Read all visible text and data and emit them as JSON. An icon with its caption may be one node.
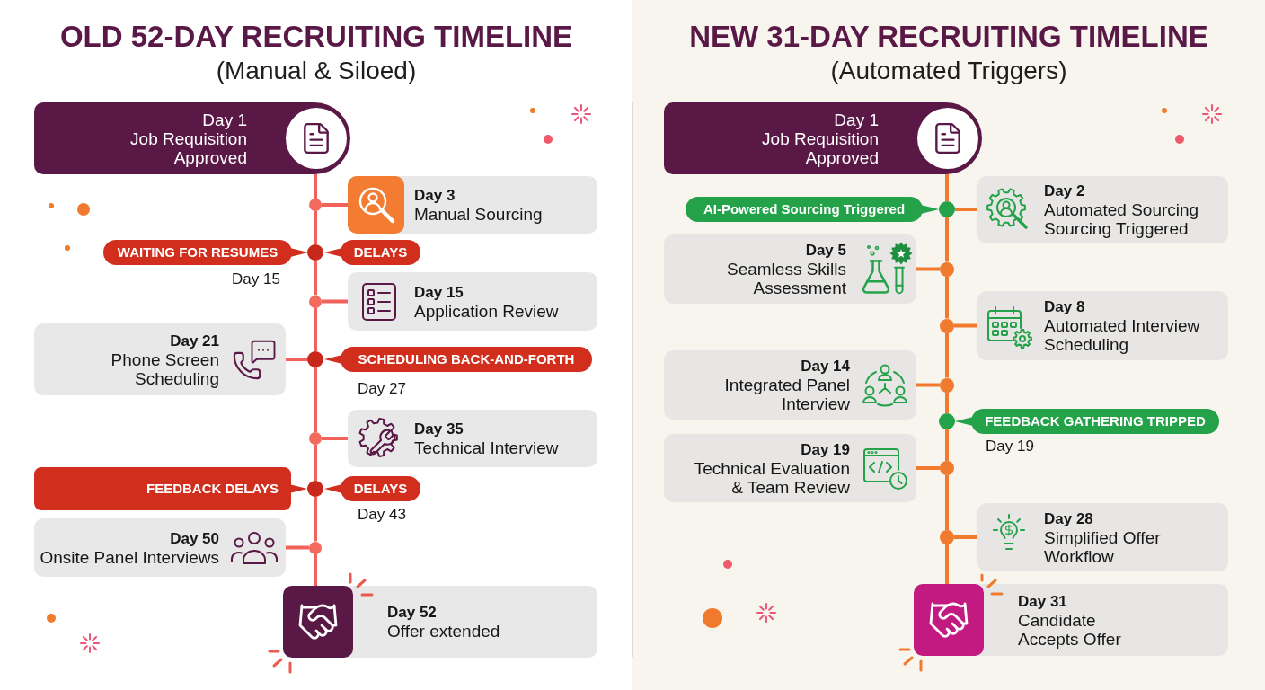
{
  "diagram": {
    "nodes": [
      {
        "text": [
          "OLD 52-DAY RECRUITING TIMELINE",
          "(Manual & Siloed)"
        ]
      },
      {
        "text": [
          "Day 1",
          "Job Requisition Approved"
        ],
        "in": 0
      },
      {
        "text": [],
        "shape": "circle",
        "in": 0
      },
      {
        "text": [
          "Day 3",
          "Manual Sourcing"
        ],
        "in": 0
      },
      {
        "text": [
          "WAITING FOR RESUMES"
        ],
        "beside": [
          "Day 15"
        ],
        "in": 0
      },
      {
        "text": [],
        "shape": "circle",
        "in": 0
      },
      {
        "text": [
          "DELAYS"
        ],
        "in": 0
      },
      {
        "text": [],
        "shape": "circle",
        "in": 0
      },
      {
        "text": [
          "Day 15",
          "Application Review"
        ],
        "in": 0
      },
      {
        "text": [
          "Day 21",
          "Phone Screen Scheduling"
        ],
        "in": 0
      },
      {
        "text": [],
        "shape": "circle",
        "in": 0
      },
      {
        "text": [
          "SCHEDULING BACK-AND-FORTH"
        ],
        "beside": [
          "Day 27"
        ],
        "in": 0
      },
      {
        "text": [],
        "shape": "circle",
        "in": 0
      },
      {
        "text": [
          "Day 35",
          "Technical Interview"
        ],
        "in": 0
      },
      {
        "text": [
          "FEEDBACK DELAYS"
        ],
        "in": 0
      },
      {
        "text": [],
        "shape": "circle",
        "in": 0
      },
      {
        "text": [
          "DELAYS"
        ],
        "beside": [
          "Day 43"
        ],
        "in": 0
      },
      {
        "text": [
          "Day 50",
          "Onsite Panel Interviews"
        ],
        "in": 0
      },
      {
        "text": [],
        "shape": "circle",
        "in": 0
      },
      {
        "text": [
          "Day 52",
          "Offer extended"
        ],
        "in": 0
      },
      {
        "text": [
          "NEW 31-DAY RECRUITING TIMELINE",
          "(Automated Triggers)"
        ]
      },
      {
        "text": [
          "Day 1",
          "Job Requisition Approved"
        ],
        "in": 20
      },
      {
        "text": [
          "AI-Powered Sourcing Triggered"
        ],
        "in": 20
      },
      {
        "text": [],
        "shape": "circle",
        "in": 20
      },
      {
        "text": [
          "Day 2",
          "Automated Sourcing Sourcing Triggered"
        ],
        "in": 20
      },
      {
        "text": [
          "Day 5",
          "Seamless Skills Assessment"
        ],
        "in": 20
      },
      {
        "text": [],
        "shape": "circle",
        "in": 20
      },
      {
        "text": [],
        "shape": "circle",
        "in": 20
      },
      {
        "text": [
          "Day 8",
          "Automated Interview Scheduling"
        ],
        "in": 20
      },
      {
        "text": [
          "Day 14",
          "Integrated Panel Interview"
        ],
        "in": 20
      },
      {
        "text": [],
        "shape": "circle",
        "in": 20
      },
      {
        "text": [],
        "shape": "circle",
        "in": 20
      },
      {
        "text": [
          "FEEDBACK GATHERING TRIPPED"
        ],
        "beside": [
          "Day 19"
        ],
        "in": 20
      },
      {
        "text": [
          "Day 19",
          "Technical Evaluation & Team Review"
        ],
        "in": 20
      },
      {
        "text": [],
        "shape": "circle",
        "in": 20
      },
      {
        "text": [],
        "shape": "circle",
        "in": 20
      },
      {
        "text": [
          "Day 28",
          "Simplified Offer Workflow"
        ],
        "in": 20
      },
      {
        "text": [
          "Day 31",
          "Candidate Accepts Offer"
        ],
        "in": 20
      }
    ],
    "edges": [
      {
        "from": 1,
        "to": 2,
        "arrow": "none",
        "color": "#f0625a"
      },
      {
        "from": 2,
        "to": 3,
        "arrow": "none",
        "color": "#f0625a"
      },
      {
        "from": 2,
        "to": 5,
        "arrow": "none",
        "color": "#f0625a"
      },
      {
        "from": 5,
        "to": 7,
        "arrow": "none",
        "color": "#f0625a"
      },
      {
        "from": 7,
        "to": 8,
        "arrow": "none",
        "color": "#f0625a"
      },
      {
        "from": 7,
        "to": 10,
        "arrow": "none",
        "color": "#f0625a"
      },
      {
        "from": 9,
        "to": 10,
        "arrow": "none",
        "color": "#f0625a"
      },
      {
        "from": 10,
        "to": 12,
        "arrow": "none",
        "color": "#f0625a"
      },
      {
        "from": 12,
        "to": 13,
        "arrow": "none",
        "color": "#f0625a"
      },
      {
        "from": 12,
        "to": 15,
        "arrow": "none",
        "color": "#f0625a"
      },
      {
        "from": 15,
        "to": 18,
        "arrow": "none",
        "color": "#f0625a"
      },
      {
        "from": 17,
        "to": 18,
        "arrow": "none",
        "color": "#f0625a"
      },
      {
        "from": 18,
        "to": 19,
        "arrow": "none",
        "color": "#f0625a"
      },
      {
        "from": 21,
        "to": 23,
        "arrow": "none"
      },
      {
        "from": 23,
        "to": 24,
        "arrow": "none"
      },
      {
        "from": 23,
        "to": 26,
        "arrow": "none"
      },
      {
        "from": 25,
        "to": 26,
        "arrow": "none"
      },
      {
        "from": 26,
        "to": 27,
        "arrow": "none"
      },
      {
        "from": 27,
        "to": 28,
        "arrow": "none"
      },
      {
        "from": 27,
        "to": 30,
        "arrow": "none"
      },
      {
        "from": 29,
        "to": 30,
        "arrow": "none"
      },
      {
        "from": 30,
        "to": 31,
        "arrow": "none"
      },
      {
        "from": 31,
        "to": 34,
        "arrow": "none"
      },
      {
        "from": 33,
        "to": 34,
        "arrow": "none"
      },
      {
        "from": 34,
        "to": 35,
        "arrow": "none"
      },
      {
        "from": 35,
        "to": 36,
        "arrow": "none"
      },
      {
        "from": 35,
        "to": 37,
        "arrow": "none"
      }
    ]
  }
}
